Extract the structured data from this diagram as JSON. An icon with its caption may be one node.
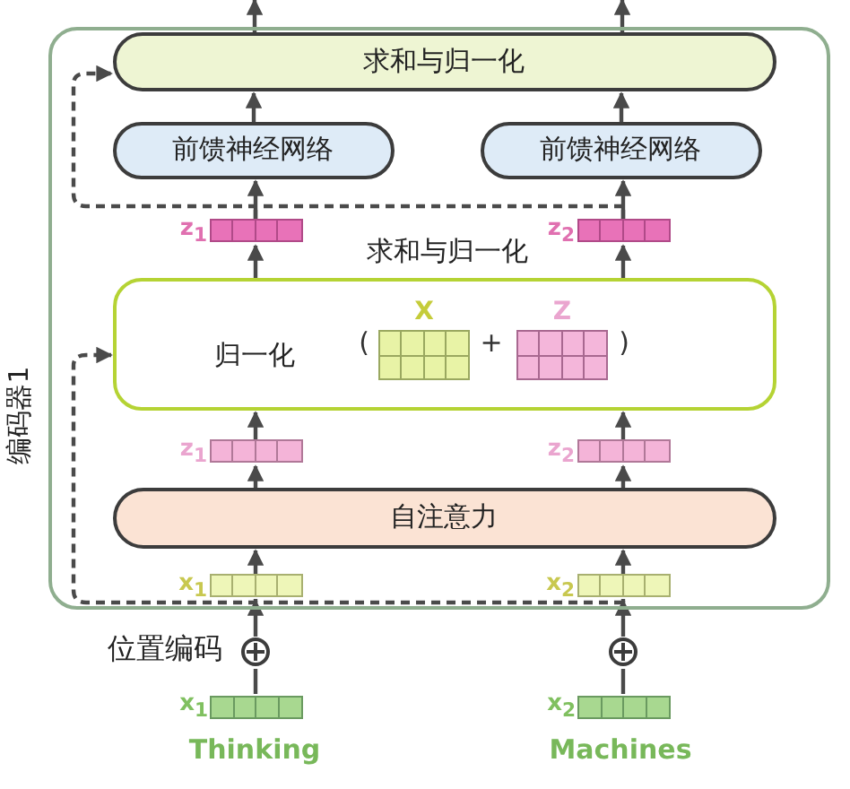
{
  "diagram": {
    "nodes": [
      {
        "text": [
          "编码器1"
        ]
      },
      {
        "text": [
          "求和与归一化"
        ],
        "in": 0
      },
      {
        "text": [
          "前馈神经网络"
        ],
        "in": 0
      },
      {
        "text": [
          "前馈神经网络"
        ],
        "in": 0
      },
      {
        "text": [
          "z$_{1}$"
        ],
        "in": 0
      },
      {
        "text": [
          "z$_{2}$"
        ],
        "in": 0
      },
      {
        "text": [
          "求和与归一化",
          "归一化"
        ],
        "in": 0
      },
      {
        "text": [
          "X"
        ],
        "in": 6
      },
      {
        "text": [
          "Z"
        ],
        "in": 6
      },
      {
        "text": [
          "z$_{1}$"
        ],
        "in": 0
      },
      {
        "text": [
          "z$_{2}$"
        ],
        "in": 0
      },
      {
        "text": [
          "自注意力"
        ],
        "in": 0
      },
      {
        "text": [
          "x$_{1}$"
        ],
        "in": 0
      },
      {
        "text": [
          "x$_{2}$"
        ],
        "in": 0
      },
      {
        "text": [],
        "shape": "circle",
        "beside": [
          "位置编码"
        ]
      },
      {
        "text": [],
        "shape": "circle"
      },
      {
        "text": [
          "x$_{1}$"
        ],
        "beside": [
          "Thinking"
        ]
      },
      {
        "text": [
          "x$_{2}$"
        ],
        "beside": [
          "Machines"
        ]
      }
    ],
    "edges": [
      {
        "from": 1,
        "to": null,
        "arrow": "to"
      },
      {
        "from": 1,
        "to": null,
        "arrow": "to"
      },
      {
        "from": 2,
        "to": 1,
        "arrow": "to"
      },
      {
        "from": 3,
        "to": 1,
        "arrow": "to"
      },
      {
        "from": 4,
        "to": 1,
        "arrow": "to",
        "style": "dashed"
      },
      {
        "from": 5,
        "to": 1,
        "arrow": "to",
        "style": "dashed"
      },
      {
        "from": 4,
        "to": 2,
        "arrow": "to"
      },
      {
        "from": 5,
        "to": 3,
        "arrow": "to"
      },
      {
        "from": 6,
        "to": 4,
        "arrow": "to"
      },
      {
        "from": 6,
        "to": 5,
        "arrow": "to"
      },
      {
        "from": 9,
        "to": 6,
        "arrow": "to"
      },
      {
        "from": 10,
        "to": 6,
        "arrow": "to"
      },
      {
        "from": 11,
        "to": 9,
        "arrow": "to"
      },
      {
        "from": 11,
        "to": 10,
        "arrow": "to"
      },
      {
        "from": 12,
        "to": 6,
        "arrow": "to",
        "style": "dashed"
      },
      {
        "from": 13,
        "to": 6,
        "arrow": "to",
        "style": "dashed"
      },
      {
        "from": 12,
        "to": 11,
        "arrow": "to"
      },
      {
        "from": 13,
        "to": 11,
        "arrow": "to"
      },
      {
        "from": 14,
        "to": 12,
        "arrow": "to"
      },
      {
        "from": 15,
        "to": 13,
        "arrow": "to"
      },
      {
        "from": 16,
        "to": 14,
        "arrow": "none"
      },
      {
        "from": 17,
        "to": 15,
        "arrow": "none"
      }
    ],
    "labels": [
      "(",
      "+",
      ")"
    ]
  }
}
